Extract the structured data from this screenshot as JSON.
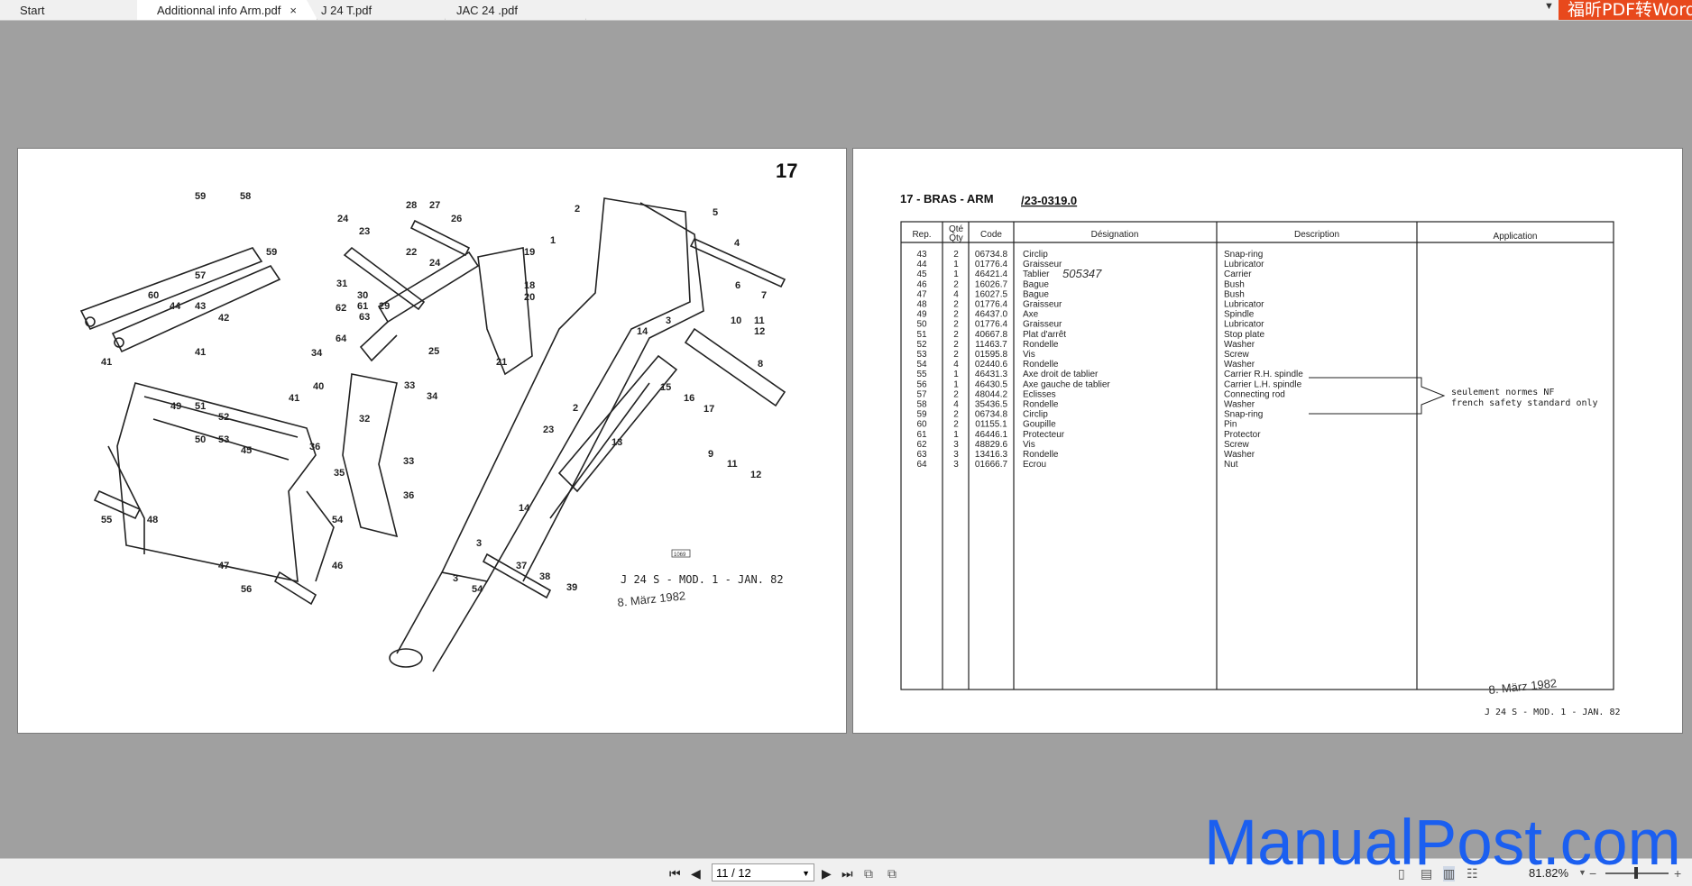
{
  "tabs": [
    {
      "label": "Start"
    },
    {
      "label": "Additionnal info Arm.pdf"
    },
    {
      "label": "J 24 T.pdf"
    },
    {
      "label": "JAC 24 .pdf"
    }
  ],
  "tab_close": "×",
  "brand": "福昕PDF转Word",
  "left_page": {
    "page_number": "17",
    "footer": "J 24 S - MOD. 1 - JAN. 82",
    "stamp": "8. März 1982",
    "figure_code": "1069",
    "callouts": [
      "59",
      "58",
      "59",
      "57",
      "60",
      "24",
      "23",
      "28",
      "27",
      "26",
      "22",
      "2",
      "5",
      "1",
      "4",
      "6",
      "7",
      "19",
      "18",
      "20",
      "24",
      "31",
      "30",
      "29",
      "62",
      "61",
      "63",
      "64",
      "25",
      "44",
      "43",
      "42",
      "41",
      "41",
      "40",
      "41",
      "34",
      "21",
      "3",
      "10",
      "11",
      "12",
      "14",
      "8",
      "15",
      "16",
      "17",
      "33",
      "34",
      "32",
      "36",
      "49",
      "51",
      "52",
      "50",
      "53",
      "45",
      "35",
      "33",
      "2",
      "23",
      "13",
      "9",
      "11",
      "12",
      "14",
      "36",
      "55",
      "48",
      "54",
      "3",
      "47",
      "46",
      "37",
      "38",
      "3",
      "54",
      "39",
      "56"
    ]
  },
  "right_page": {
    "title": "17 - BRAS - ARM",
    "ref": "/23-0319.0",
    "footer": "J 24 S - MOD. 1 - JAN. 82",
    "stamp": "8. März 1982",
    "handwritten": "505347",
    "columns": {
      "rep": "Rep.",
      "qty": [
        "Qté",
        "Qty"
      ],
      "code": "Code",
      "designation": "Désignation",
      "description": "Description",
      "application": "Application"
    },
    "rows": [
      [
        "43",
        "2",
        "06734.8",
        "Circlip",
        "Snap-ring"
      ],
      [
        "44",
        "1",
        "01776.4",
        "Graisseur",
        "Lubricator"
      ],
      [
        "45",
        "1",
        "46421.4",
        "Tablier",
        "Carrier"
      ],
      [
        "46",
        "2",
        "16026.7",
        "Bague",
        "Bush"
      ],
      [
        "47",
        "4",
        "16027.5",
        "Bague",
        "Bush"
      ],
      [
        "48",
        "2",
        "01776.4",
        "Graisseur",
        "Lubricator"
      ],
      [
        "49",
        "2",
        "46437.0",
        "Axe",
        "Spindle"
      ],
      [
        "50",
        "2",
        "01776.4",
        "Graisseur",
        "Lubricator"
      ],
      [
        "51",
        "2",
        "40667.8",
        "Plat d'arrêt",
        "Stop plate"
      ],
      [
        "52",
        "2",
        "11463.7",
        "Rondelle",
        "Washer"
      ],
      [
        "53",
        "2",
        "01595.8",
        "Vis",
        "Screw"
      ],
      [
        "54",
        "4",
        "02440.6",
        "Rondelle",
        "Washer"
      ],
      [
        "55",
        "1",
        "46431.3",
        "Axe droit de tablier",
        "Carrier R.H. spindle"
      ],
      [
        "56",
        "1",
        "46430.5",
        "Axe gauche de tablier",
        "Carrier L.H. spindle"
      ],
      [
        "57",
        "2",
        "48044.2",
        "Eclisses",
        "Connecting rod"
      ],
      [
        "58",
        "4",
        "35436.5",
        "Rondelle",
        "Washer"
      ],
      [
        "59",
        "2",
        "06734.8",
        "Circlip",
        "Snap-ring"
      ],
      [
        "60",
        "2",
        "01155.1",
        "Goupille",
        "Pin"
      ],
      [
        "61",
        "1",
        "46446.1",
        "Protecteur",
        "Protector"
      ],
      [
        "62",
        "3",
        "48829.6",
        "Vis",
        "Screw"
      ],
      [
        "63",
        "3",
        "13416.3",
        "Rondelle",
        "Washer"
      ],
      [
        "64",
        "3",
        "01666.7",
        "Ecrou",
        "Nut"
      ]
    ],
    "application_note": [
      "seulement normes NF",
      "french safety standard only"
    ]
  },
  "toolbar": {
    "page_indicator": "11 / 12",
    "zoom": "81.82%",
    "first": "⏮",
    "prev": "◀",
    "next": "▶",
    "last": "⏭",
    "minus": "−",
    "plus": "+"
  },
  "watermark": "ManualPost.com"
}
